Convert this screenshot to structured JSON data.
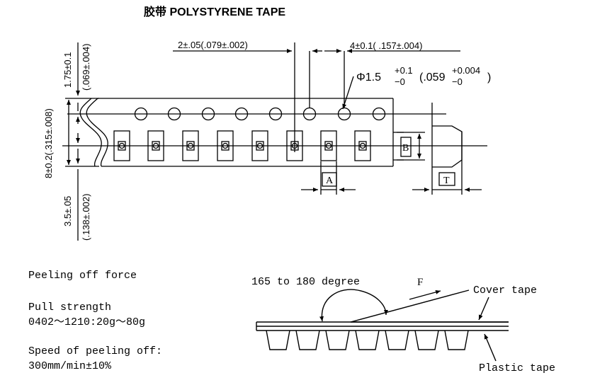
{
  "title": "胶带 POLYSTYRENE TAPE",
  "tape_drawing": {
    "hole_pitch": "4±0.1( .157±.004)",
    "hole_to_pocket": "2±.05(.079±.002)",
    "hole_diameter": {
      "prefix": "Φ1.5",
      "tol_upper": "+0.1",
      "tol_lower": "−0",
      "inch_value": "(.059",
      "inch_tol_upper": "+0.004",
      "inch_tol_lower": "−0",
      "close": ")"
    },
    "edge_to_hole": "1.75±0.1",
    "edge_to_hole_inch": "(.069±.004)",
    "tape_width": "8±0.2(.315±.008)",
    "edge_to_pocket": "3.5±.05",
    "edge_to_pocket_inch": "(.138±.002)",
    "label_a": "A",
    "label_b": "B",
    "label_t": "T"
  },
  "peeling": {
    "heading": "Peeling off force",
    "pull_label": "Pull strength",
    "pull_value": "0402～1210:20g～80g",
    "speed_label": "Speed of peeling off:",
    "speed_value": "300mm/min±10%",
    "angle": "165 to 180 degree",
    "force": "F",
    "cover_tape": "Cover tape",
    "plastic_tape": "Plastic tape"
  }
}
